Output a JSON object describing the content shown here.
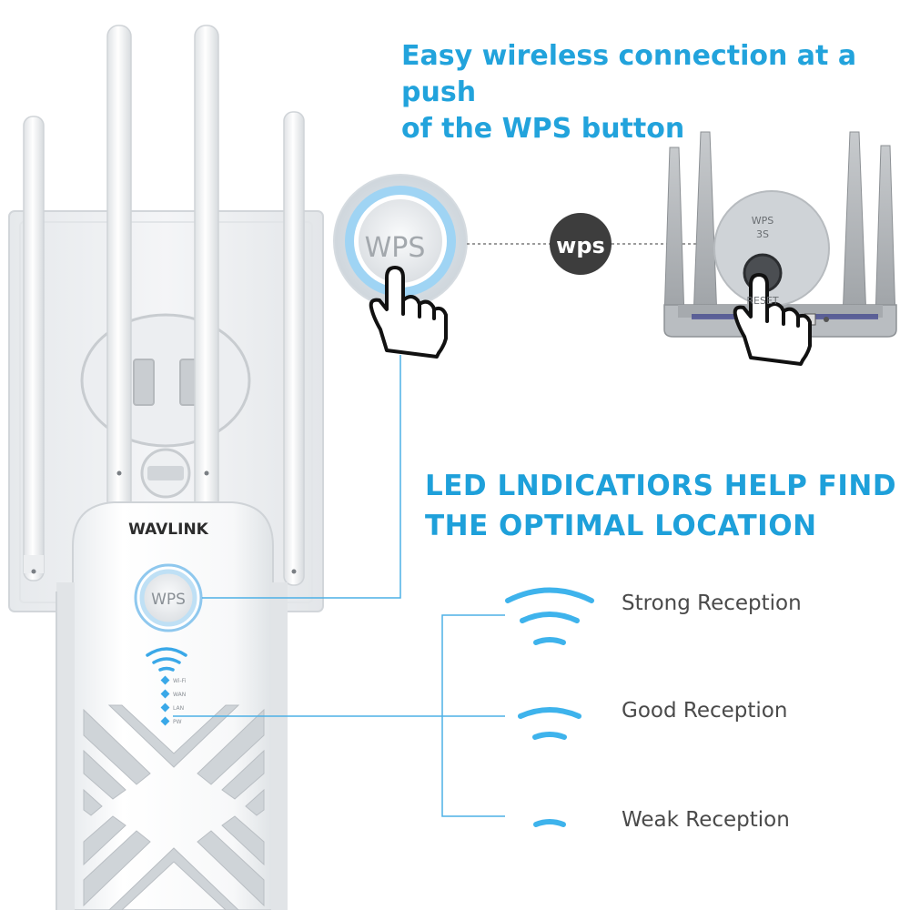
{
  "headline_top": {
    "line1": "Easy wireless connection at a push",
    "line2": "of the WPS button"
  },
  "headline_bottom": {
    "line1": "LED LNDICATIORS HELP FIND",
    "line2": "THE OPTIMAL LOCATION"
  },
  "extender": {
    "brand": "WAVLINK",
    "button_label": "WPS",
    "led_labels": [
      "Wi-Fi",
      "WAN",
      "LAN",
      "PW"
    ]
  },
  "zoom_button": {
    "label": "WPS"
  },
  "connector_badge": {
    "label": "wps"
  },
  "router": {
    "button_text": [
      "WPS",
      "3S",
      "RESET"
    ]
  },
  "reception": [
    {
      "label": "Strong Reception",
      "bars": 3
    },
    {
      "label": "Good Reception",
      "bars": 2
    },
    {
      "label": "Weak Reception",
      "bars": 1
    }
  ],
  "colors": {
    "accent": "#22a3dc",
    "led_blue": "#3aa8e8",
    "badge": "#3d3d3d",
    "router_gray": "#a9adb1"
  }
}
